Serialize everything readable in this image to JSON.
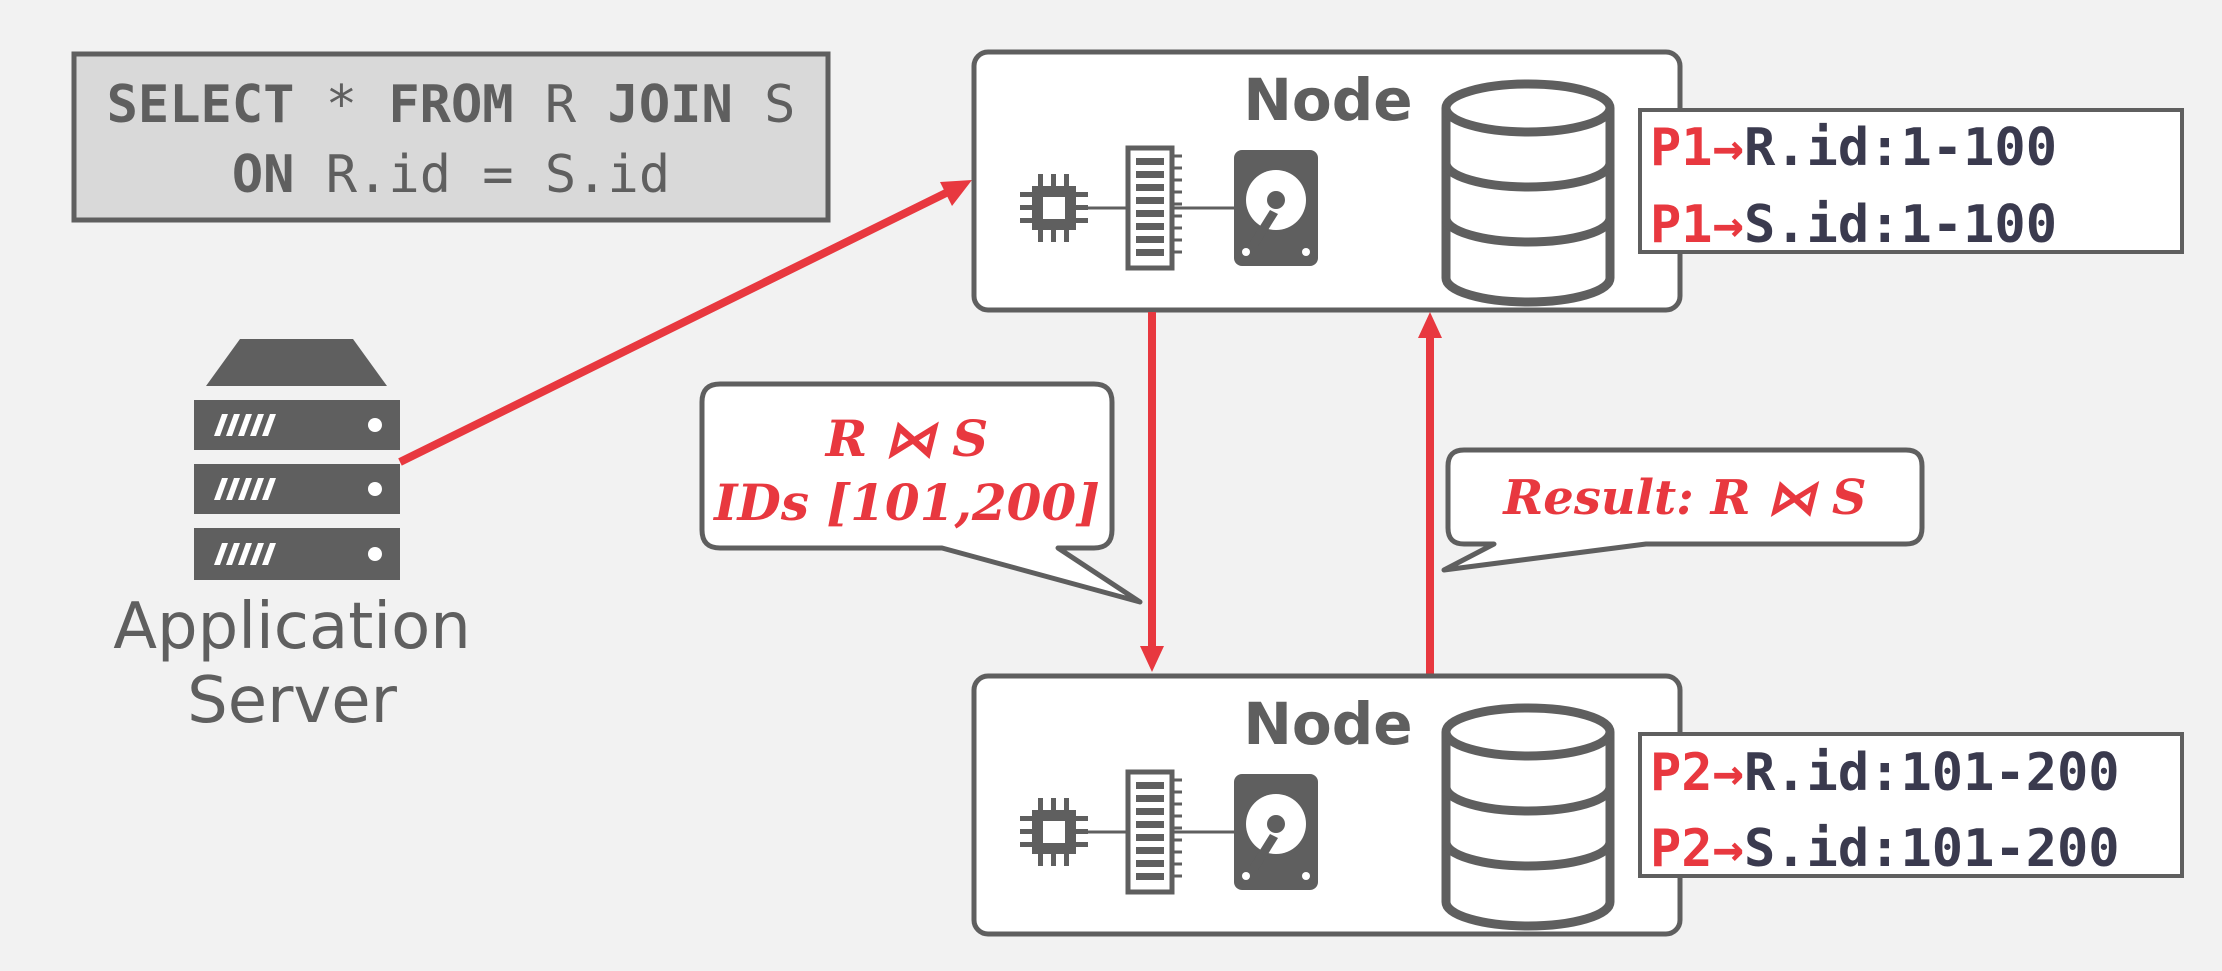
{
  "query": {
    "line1": [
      {
        "text": "SELECT",
        "bold": true
      },
      {
        "text": " * ",
        "bold": false
      },
      {
        "text": "FROM",
        "bold": true
      },
      {
        "text": " R ",
        "bold": false
      },
      {
        "text": "JOIN",
        "bold": true
      },
      {
        "text": " S",
        "bold": false
      }
    ],
    "line2": [
      {
        "text": "ON",
        "bold": true
      },
      {
        "text": " R.id = S.id",
        "bold": false
      }
    ]
  },
  "app_server": {
    "label_line1": "Application",
    "label_line2": "Server"
  },
  "node_top": {
    "title": "Node",
    "partitions": [
      {
        "prefix": "P1",
        "arrow": "→",
        "range": "R.id:1-100"
      },
      {
        "prefix": "P1",
        "arrow": "→",
        "range": "S.id:1-100"
      }
    ]
  },
  "node_bottom": {
    "title": "Node",
    "partitions": [
      {
        "prefix": "P2",
        "arrow": "→",
        "range": "R.id:101-200"
      },
      {
        "prefix": "P2",
        "arrow": "→",
        "range": "S.id:101-200"
      }
    ]
  },
  "callout_request": {
    "line1": "R ⋈ S",
    "line2": "IDs [101,200]"
  },
  "callout_result": {
    "line1": "Result: R ⋈ S"
  },
  "colors": {
    "accent": "#e8383f",
    "dark": "#5f5f5f",
    "panel": "#d9d9d9",
    "range_text": "#3a3a4e"
  }
}
